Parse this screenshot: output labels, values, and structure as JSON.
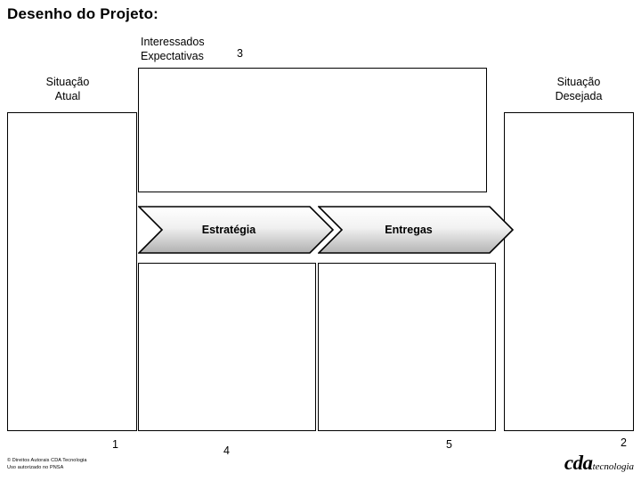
{
  "page": {
    "title": "Desenho do Projeto:"
  },
  "labels": {
    "interessados": "Interessados\nExpectativas",
    "situacao_atual": "Situação\nAtual",
    "situacao_desejada": "Situação\nDesejada",
    "estrategia": "Estratégia",
    "entregas": "Entregas"
  },
  "numbers": {
    "interessados": "3",
    "situacao_atual": "1",
    "estrategia": "4",
    "entregas": "5",
    "situacao_desejada": "2"
  },
  "footer": {
    "copyright": "© Direitos Autorais CDA Tecnologia\nUso autorizado no PNSA",
    "logo_main": "cda",
    "logo_sub": "tecnologia"
  },
  "colors": {
    "border": "#000000",
    "background": "#ffffff",
    "chevron_fill_top": "#ffffff",
    "chevron_fill_bottom": "#b4b4b4"
  }
}
